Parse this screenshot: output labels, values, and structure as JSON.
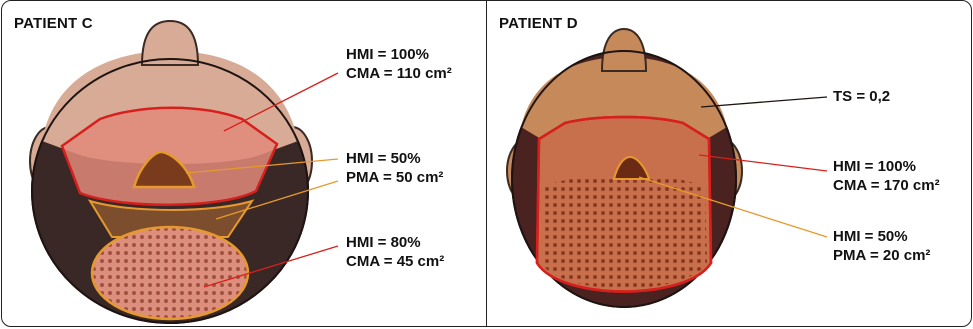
{
  "patient_c": {
    "title": "PATIENT C",
    "labels": [
      {
        "line1": "HMI = 100%",
        "line2": "CMA = 110 cm²"
      },
      {
        "line1": "HMI = 50%",
        "line2": "PMA = 50 cm²"
      },
      {
        "line1": "HMI = 80%",
        "line2": "CMA = 45 cm²"
      }
    ]
  },
  "patient_d": {
    "title": "PATIENT D",
    "labels": [
      {
        "line1": "TS = 0,2"
      },
      {
        "line1": "HMI = 100%",
        "line2": "CMA = 170 cm²"
      },
      {
        "line1": "HMI = 50%",
        "line2": "PMA = 20 cm²"
      }
    ]
  }
}
